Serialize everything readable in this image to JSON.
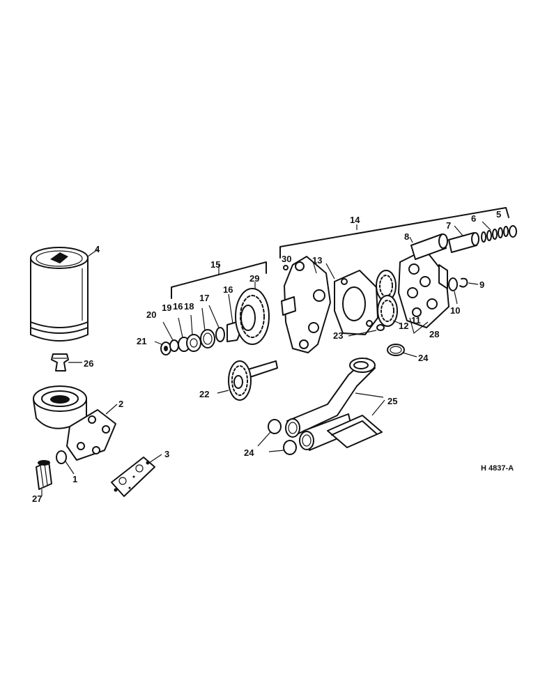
{
  "drawing_ref": "H 4837-A",
  "callouts": {
    "c1": "1",
    "c2": "2",
    "c3": "3",
    "c4": "4",
    "c5": "5",
    "c6": "6",
    "c7": "7",
    "c8": "8",
    "c9": "9",
    "c10": "10",
    "c11": "11",
    "c12": "12",
    "c13": "13",
    "c14": "14",
    "c15": "15",
    "c16a": "16",
    "c16b": "16",
    "c17": "17",
    "c18": "18",
    "c19": "19",
    "c20": "20",
    "c21": "21",
    "c22": "22",
    "c23": "23",
    "c24a": "24",
    "c24b": "24",
    "c25": "25",
    "c26": "26",
    "c27": "27",
    "c28": "28",
    "c29": "29",
    "c30": "30"
  }
}
